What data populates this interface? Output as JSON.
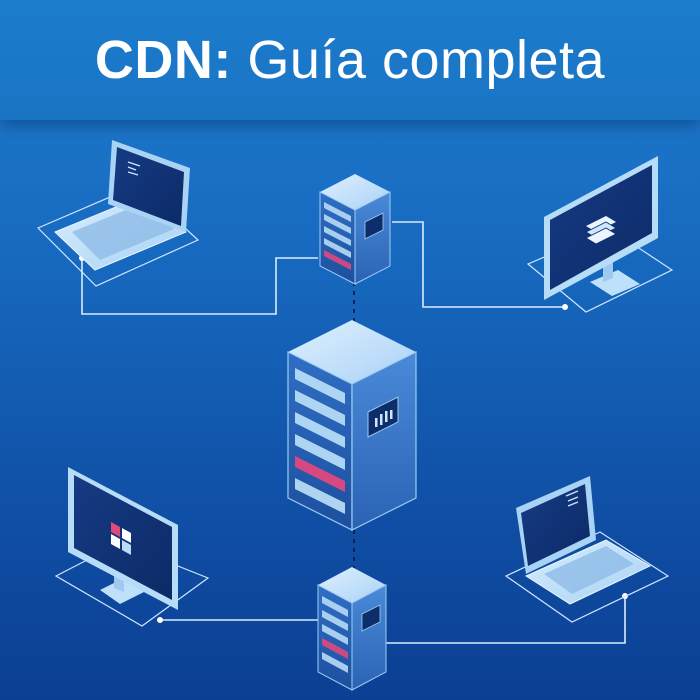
{
  "title": {
    "bold": "CDN:",
    "light": " Guía completa"
  },
  "colors": {
    "background_top": "#1f7fd0",
    "background_bottom": "#0b3f93",
    "line": "#d8ecff",
    "screen": "#0d2d6b",
    "device_body": "#a8d3f5",
    "accent_pink": "#e0487e"
  },
  "nodes": [
    {
      "kind": "laptop",
      "icon": "terminal-lines-icon"
    },
    {
      "kind": "server",
      "role": "edge-server"
    },
    {
      "kind": "monitor",
      "icon": "stacked-layers-icon"
    },
    {
      "kind": "server",
      "role": "origin-server"
    },
    {
      "kind": "monitor",
      "icon": "pink-tiles-icon"
    },
    {
      "kind": "laptop",
      "icon": "terminal-lines-icon"
    },
    {
      "kind": "server",
      "role": "edge-server"
    }
  ]
}
